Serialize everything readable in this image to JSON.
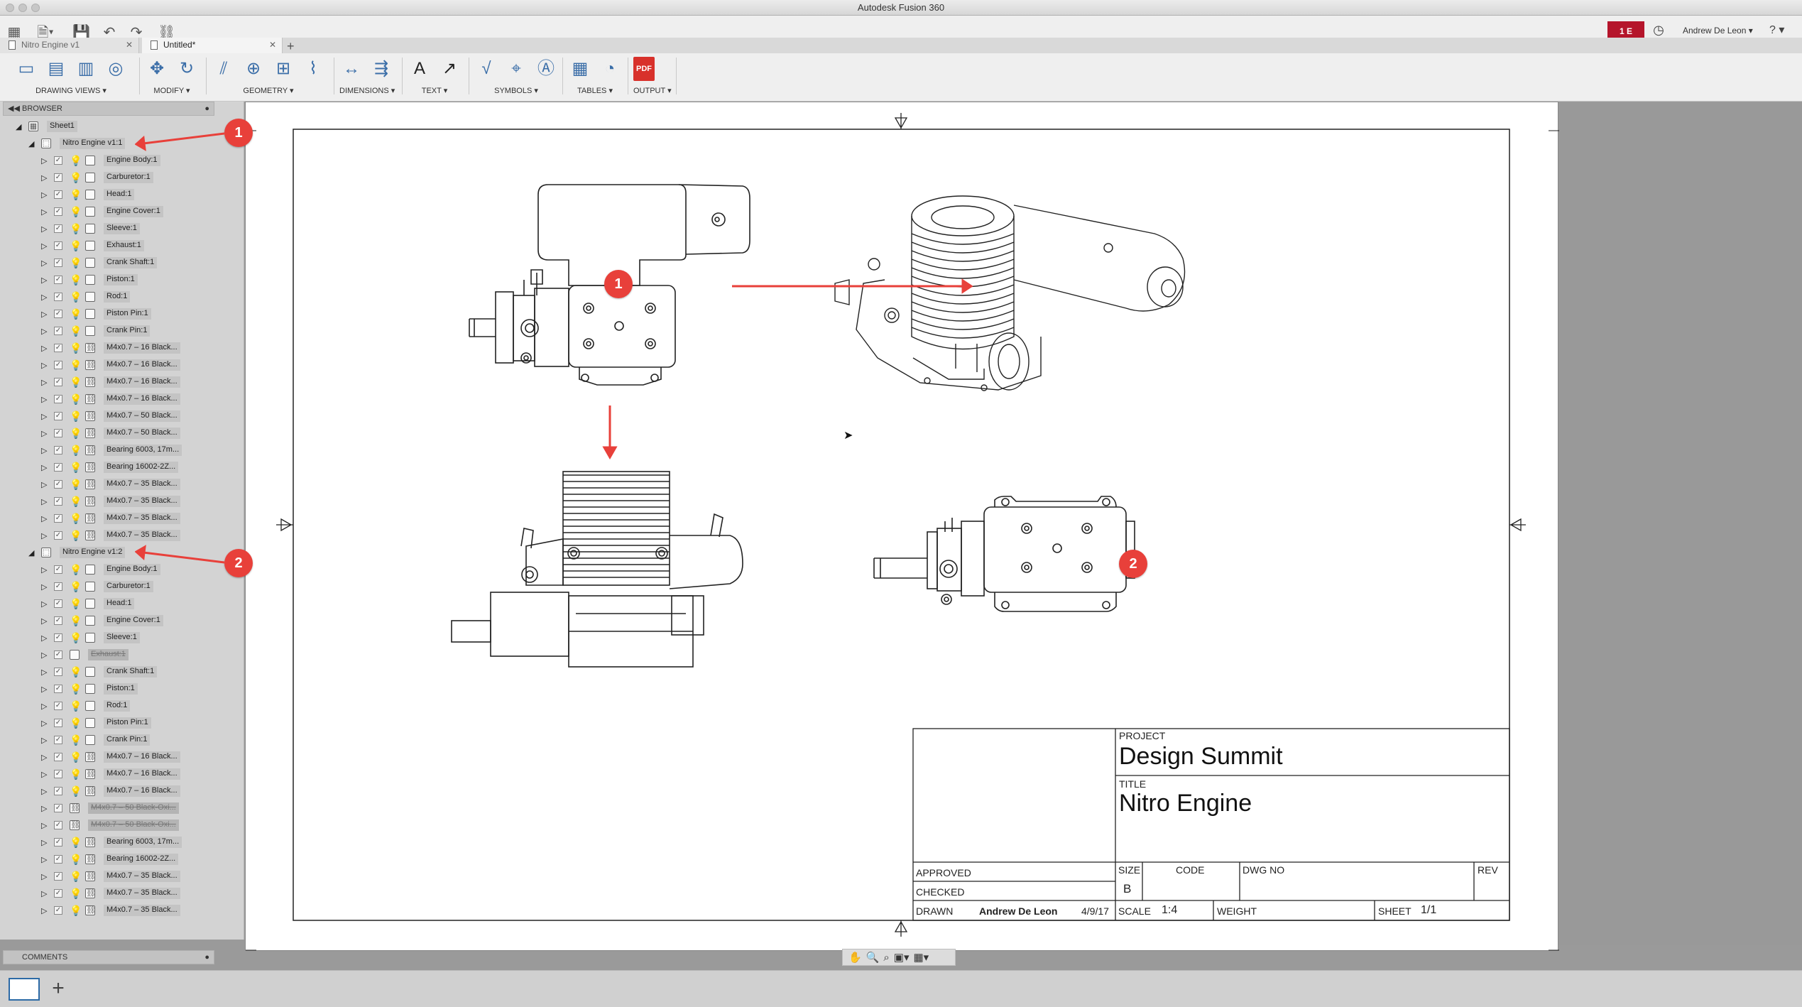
{
  "app": {
    "title": "Autodesk Fusion 360"
  },
  "qab": {
    "user_badge": "1 E",
    "user_name": "Andrew De Leon ▾",
    "help": "? ▾"
  },
  "tabs": [
    {
      "label": "Nitro Engine v1",
      "active": false
    },
    {
      "label": "Untitled*",
      "active": true
    }
  ],
  "toolbar": {
    "groups": [
      {
        "label": "DRAWING VIEWS ▾"
      },
      {
        "label": "MODIFY ▾"
      },
      {
        "label": "GEOMETRY ▾"
      },
      {
        "label": "DIMENSIONS ▾"
      },
      {
        "label": "TEXT ▾"
      },
      {
        "label": "SYMBOLS ▾"
      },
      {
        "label": "TABLES ▾"
      },
      {
        "label": "OUTPUT ▾"
      }
    ],
    "pdf_label": "PDF"
  },
  "browser": {
    "header": "BROWSER",
    "sheet": "Sheet1",
    "component1": {
      "label": "Nitro Engine v1:1",
      "items": [
        "Engine Body:1",
        "Carburetor:1",
        "Head:1",
        "Engine Cover:1",
        "Sleeve:1",
        "Exhaust:1",
        "Crank Shaft:1",
        "Piston:1",
        "Rod:1",
        "Piston Pin:1",
        "Crank Pin:1",
        "M4x0.7 – 16 Black...",
        "M4x0.7 – 16 Black...",
        "M4x0.7 – 16 Black...",
        "M4x0.7 – 16 Black...",
        "M4x0.7 – 50 Black...",
        "M4x0.7 – 50 Black...",
        "Bearing 6003, 17m...",
        "Bearing 16002-2Z...",
        "M4x0.7 – 35 Black...",
        "M4x0.7 – 35 Black...",
        "M4x0.7 – 35 Black...",
        "M4x0.7 – 35 Black..."
      ]
    },
    "component2": {
      "label": "Nitro Engine v1:2",
      "items": [
        "Engine Body:1",
        "Carburetor:1",
        "Head:1",
        "Engine Cover:1",
        "Sleeve:1",
        "Exhaust:1",
        "Crank Shaft:1",
        "Piston:1",
        "Rod:1",
        "Piston Pin:1",
        "Crank Pin:1",
        "M4x0.7 – 16 Black...",
        "M4x0.7 – 16 Black...",
        "M4x0.7 – 16 Black...",
        "M4x0.7 – 50 Black-Oxi...",
        "M4x0.7 – 50 Black-Oxi...",
        "Bearing 6003, 17m...",
        "Bearing 16002-2Z...",
        "M4x0.7 – 35 Black...",
        "M4x0.7 – 35 Black...",
        "M4x0.7 – 35 Black..."
      ],
      "excluded": [
        5,
        14,
        15
      ]
    },
    "comments": "COMMENTS"
  },
  "callouts": [
    "1",
    "2",
    "1",
    "2"
  ],
  "title_block": {
    "project_label": "PROJECT",
    "project": "Design Summit",
    "title_label": "TITLE",
    "title": "Nitro Engine",
    "approved": "APPROVED",
    "checked": "CHECKED",
    "drawn": "DRAWN",
    "drawn_by": "Andrew De Leon",
    "date": "4/9/17",
    "size_label": "SIZE",
    "size": "B",
    "code_label": "CODE",
    "dwg_label": "DWG NO",
    "rev_label": "REV",
    "scale_label": "SCALE",
    "scale": "1:4",
    "weight_label": "WEIGHT",
    "sheet_label": "SHEET",
    "sheet": "1/1"
  },
  "colors": {
    "accent": "#e8403a",
    "badge": "#b5152b",
    "icon": "#3b6ea8"
  }
}
